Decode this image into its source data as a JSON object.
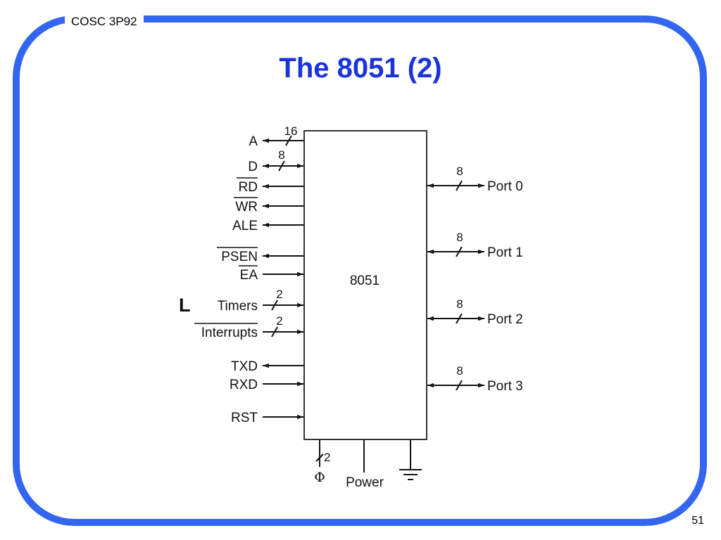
{
  "header": {
    "course": "COSC 3P92"
  },
  "slide": {
    "title": "The 8051 (2)",
    "page_number": "51"
  },
  "colors": {
    "frame": "#3366f0",
    "title": "#1a34d8"
  },
  "diagram": {
    "chip_label": "8051",
    "side_marker": "L",
    "left_pins": {
      "a": {
        "label": "A",
        "width": "16"
      },
      "d": {
        "label": "D",
        "width": "8"
      },
      "rd": {
        "label": "RD"
      },
      "wr": {
        "label": "WR"
      },
      "ale": {
        "label": "ALE"
      },
      "psen": {
        "label": "PSEN"
      },
      "ea": {
        "label": "EA"
      },
      "timers": {
        "label": "Timers",
        "width": "2"
      },
      "interrupts": {
        "label": "Interrupts",
        "width": "2"
      },
      "txd": {
        "label": "TXD"
      },
      "rxd": {
        "label": "RXD"
      },
      "rst": {
        "label": "RST"
      }
    },
    "right_ports": {
      "port0": {
        "label": "Port 0",
        "width": "8"
      },
      "port1": {
        "label": "Port 1",
        "width": "8"
      },
      "port2": {
        "label": "Port 2",
        "width": "8"
      },
      "port3": {
        "label": "Port 3",
        "width": "8"
      }
    },
    "bottom_pins": {
      "clock": {
        "label": "Φ",
        "width": "2"
      },
      "power": {
        "label": "Power"
      }
    }
  }
}
